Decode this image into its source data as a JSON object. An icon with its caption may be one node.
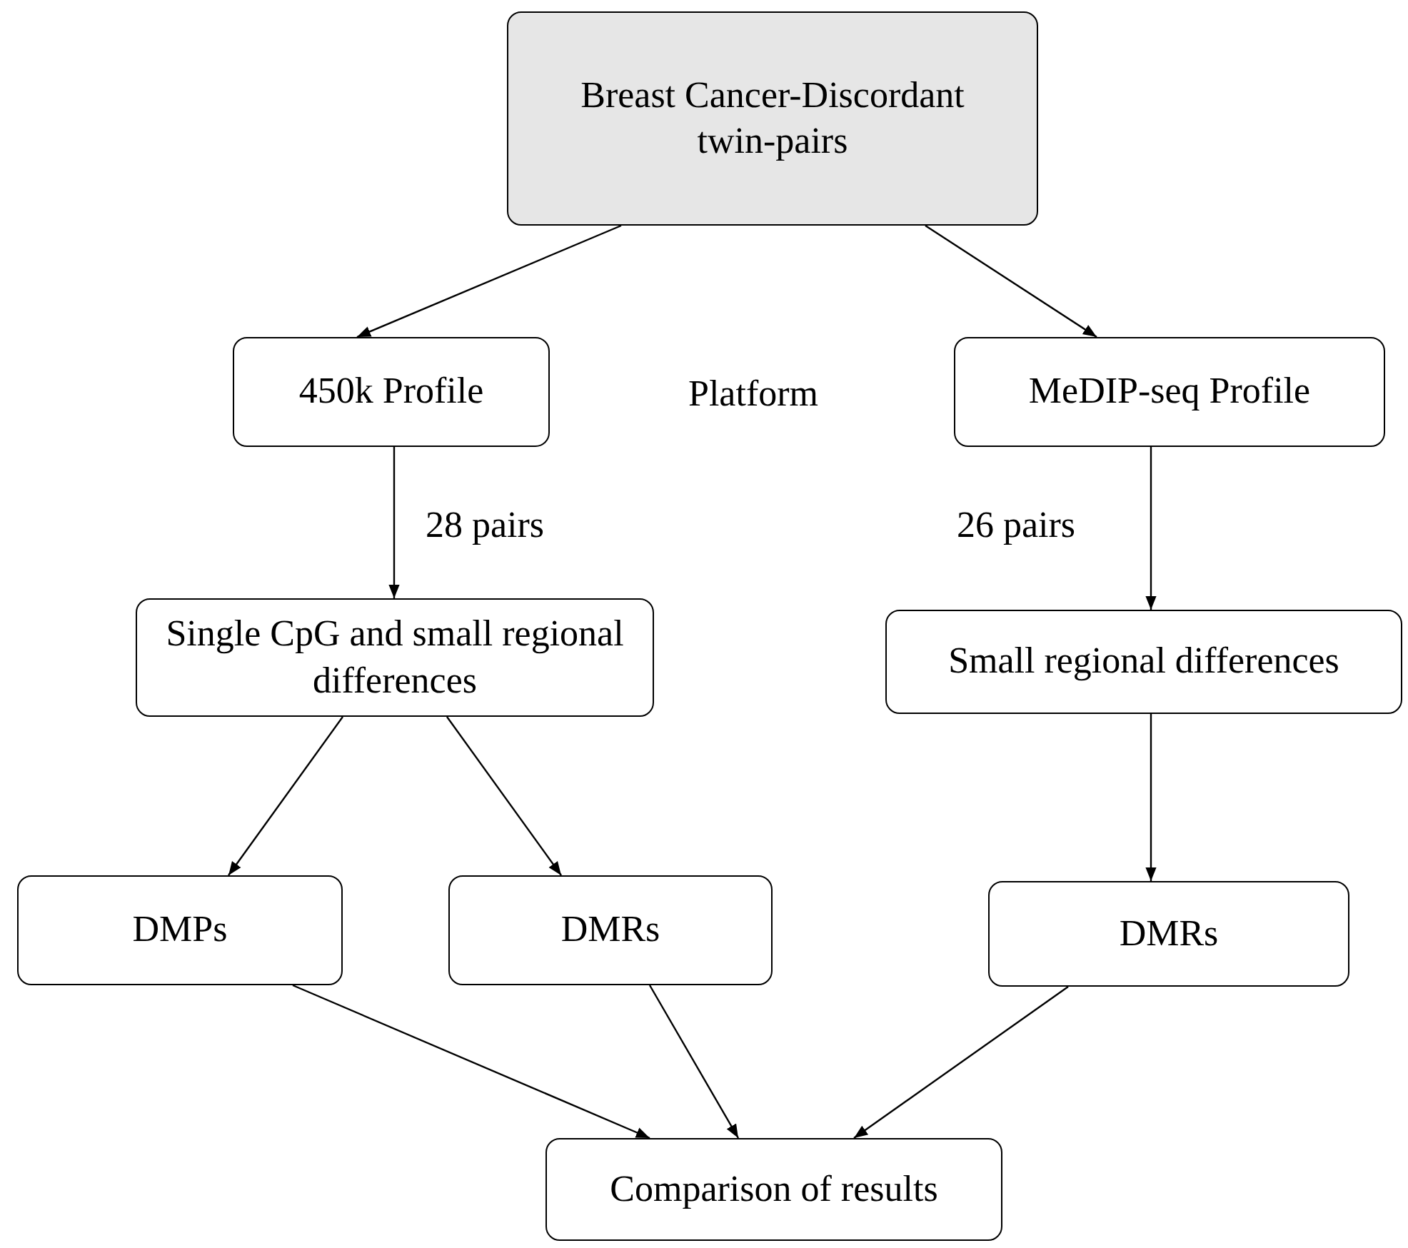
{
  "diagram": {
    "nodes": [
      {
        "text": [
          "Breast Cancer-Discordant twin-pairs"
        ]
      },
      {
        "text": [
          "450k Profile"
        ]
      },
      {
        "text": [
          "MeDIP-seq Profile"
        ]
      },
      {
        "text": [
          "Single CpG and small regional differences"
        ]
      },
      {
        "text": [
          "Small regional differences"
        ]
      },
      {
        "text": [
          "DMPs"
        ]
      },
      {
        "text": [
          "DMRs"
        ]
      },
      {
        "text": [
          "DMRs"
        ]
      },
      {
        "text": [
          "Comparison of results"
        ]
      }
    ],
    "edges": [
      {
        "from": 0,
        "to": 1,
        "arrow": "to"
      },
      {
        "from": 0,
        "to": 2,
        "arrow": "to"
      },
      {
        "from": 1,
        "to": 3,
        "arrow": "to",
        "label": "28 pairs"
      },
      {
        "from": 2,
        "to": 4,
        "arrow": "to",
        "label": "26 pairs"
      },
      {
        "from": 3,
        "to": 5,
        "arrow": "to"
      },
      {
        "from": 3,
        "to": 6,
        "arrow": "to"
      },
      {
        "from": 4,
        "to": 7,
        "arrow": "to"
      },
      {
        "from": 5,
        "to": 8,
        "arrow": "to"
      },
      {
        "from": 6,
        "to": 8,
        "arrow": "to"
      },
      {
        "from": 7,
        "to": 8,
        "arrow": "to"
      }
    ],
    "labels": [
      "Platform"
    ]
  }
}
